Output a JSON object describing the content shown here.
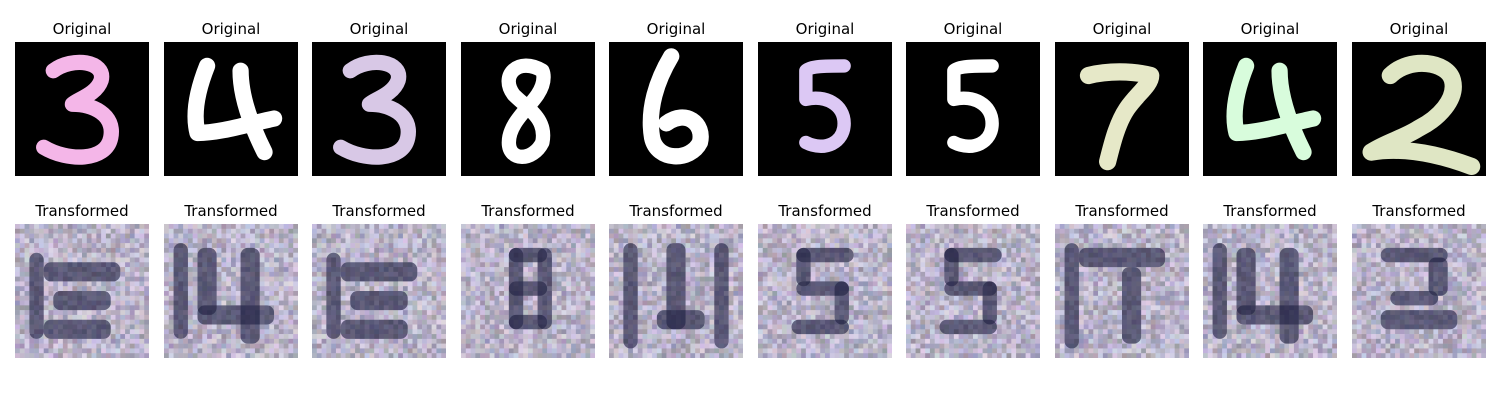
{
  "figure": {
    "columns": [
      {
        "original_title": "Original",
        "transformed_title": "Transformed",
        "digit": "3",
        "color": "#f4b6e8"
      },
      {
        "original_title": "Original",
        "transformed_title": "Transformed",
        "digit": "4",
        "color": "#ffffff"
      },
      {
        "original_title": "Original",
        "transformed_title": "Transformed",
        "digit": "3",
        "color": "#d8c8e6"
      },
      {
        "original_title": "Original",
        "transformed_title": "Transformed",
        "digit": "8",
        "color": "#ffffff"
      },
      {
        "original_title": "Original",
        "transformed_title": "Transformed",
        "digit": "6",
        "color": "#ffffff"
      },
      {
        "original_title": "Original",
        "transformed_title": "Transformed",
        "digit": "5",
        "color": "#dcc8f4"
      },
      {
        "original_title": "Original",
        "transformed_title": "Transformed",
        "digit": "5",
        "color": "#ffffff"
      },
      {
        "original_title": "Original",
        "transformed_title": "Transformed",
        "digit": "7",
        "color": "#e6e8c8"
      },
      {
        "original_title": "Original",
        "transformed_title": "Transformed",
        "digit": "4",
        "color": "#d8fcdc"
      },
      {
        "original_title": "Original",
        "transformed_title": "Transformed",
        "digit": "2",
        "color": "#dfe6c4"
      }
    ]
  }
}
